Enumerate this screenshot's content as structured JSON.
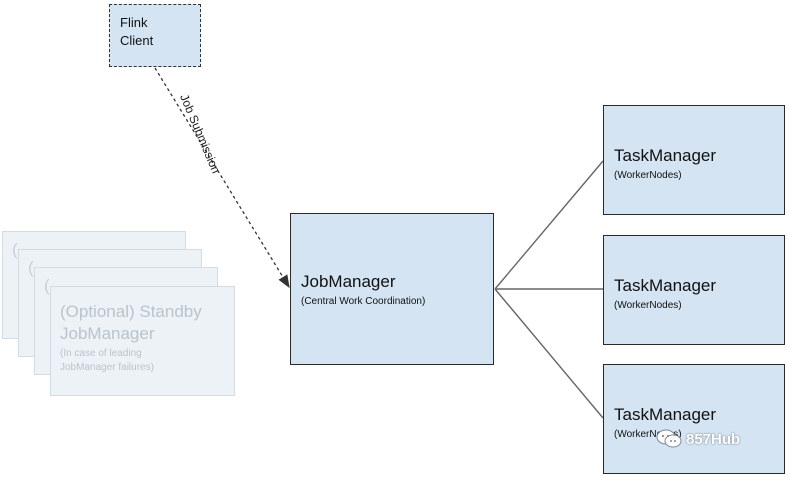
{
  "client": {
    "line1": "Flink",
    "line2": "Client"
  },
  "edge_label": "Job Submission",
  "jobmanager": {
    "title": "JobManager",
    "subtitle": "(Central Work Coordination)"
  },
  "taskmanagers": [
    {
      "title": "TaskManager",
      "subtitle": "(WorkerNodes)"
    },
    {
      "title": "TaskManager",
      "subtitle": "(WorkerNodes)"
    },
    {
      "title": "TaskManager",
      "subtitle": "(WorkerNodes)"
    }
  ],
  "standby": {
    "title": "(Optional) Standby JobManager",
    "subtitle": "(In case of leading JobManager failures)",
    "peek_char": "("
  },
  "watermark": {
    "text": "857Hub",
    "icon": "wechat-icon"
  },
  "colors": {
    "box_fill": "#d4e4f2",
    "standby_fill": "#edf2f7",
    "line": "#333333"
  }
}
